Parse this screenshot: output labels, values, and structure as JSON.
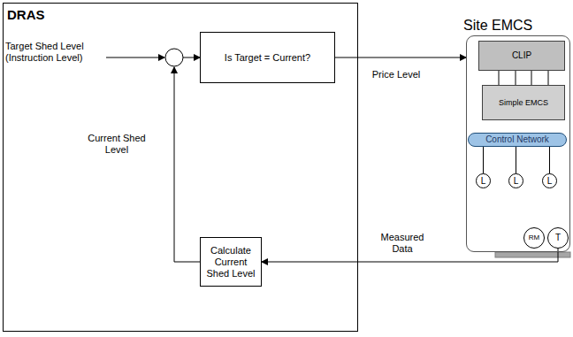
{
  "diagram": {
    "nodes": [
      {
        "text": [
          "DRAS"
        ]
      },
      {
        "text": [
          "Is Target = Current?"
        ],
        "in": 0
      },
      {
        "text": [
          "Calculate Current Shed Level"
        ],
        "in": 0
      },
      {
        "text": [
          "Site EMCS"
        ]
      },
      {
        "text": [
          "CLIP"
        ],
        "in": 3
      },
      {
        "text": [
          "Simple EMCS"
        ],
        "in": 3
      },
      {
        "text": [
          "Control Network"
        ],
        "in": 3
      },
      {
        "text": [
          "L"
        ],
        "in": 3
      },
      {
        "text": [
          "L"
        ],
        "in": 3
      },
      {
        "text": [
          "L"
        ],
        "in": 3
      },
      {
        "text": [
          "RM"
        ],
        "in": 3
      },
      {
        "text": [
          "T"
        ],
        "in": 3
      }
    ],
    "edges": [
      {
        "from": 2,
        "to": 1,
        "arrow": "to"
      },
      {
        "from": 1,
        "to": 3,
        "label": "Price Level",
        "arrow": "to"
      },
      {
        "from": 11,
        "to": 2,
        "label": "Measured Data",
        "arrow": "to"
      },
      {
        "from": 4,
        "to": 5,
        "arrow": "none"
      },
      {
        "from": 6,
        "to": 7,
        "arrow": "none"
      },
      {
        "from": 6,
        "to": 8,
        "arrow": "none"
      },
      {
        "from": 6,
        "to": 9,
        "arrow": "none"
      }
    ],
    "labels": [
      "Target Shed Level (Instruction Level)",
      "Current Shed Level"
    ]
  }
}
